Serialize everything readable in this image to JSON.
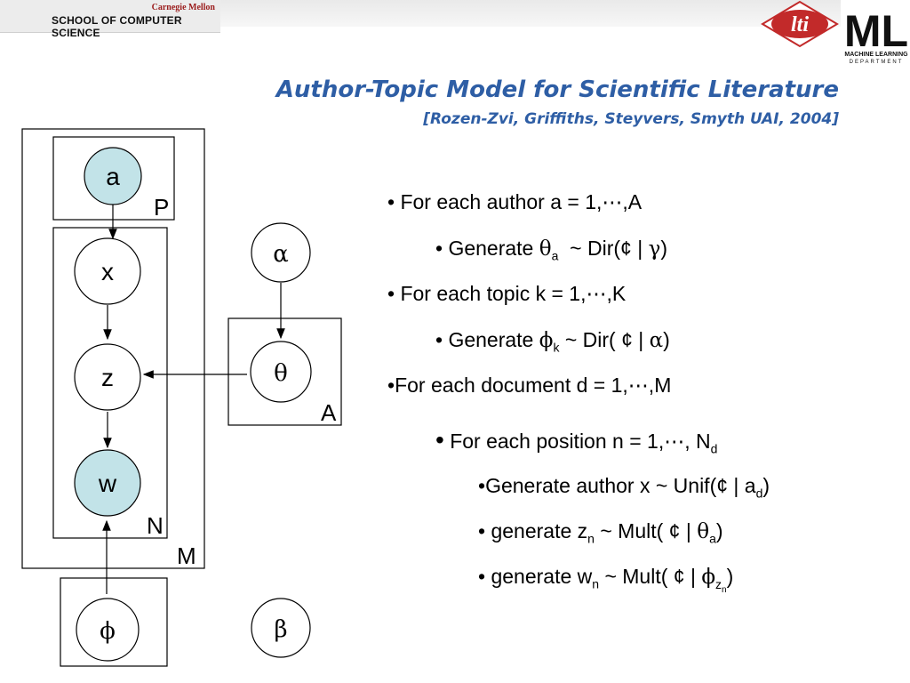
{
  "header": {
    "university": "Carnegie Mellon",
    "school": "SCHOOL OF COMPUTER SCIENCE",
    "lti_logo": "lti",
    "ml_logo": "ML",
    "ml_logo_sub1": "MACHINE LEARNING",
    "ml_logo_sub2": "DEPARTMENT"
  },
  "title": "Author-Topic Model for Scientific Literature",
  "citation": "[Rozen-Zvi, Griffiths, Steyvers, Smyth UAI, 2004]",
  "diagram": {
    "nodes": {
      "a": "a",
      "x": "x",
      "z": "z",
      "w": "w",
      "alpha": "α",
      "theta": "θ",
      "phi": "ϕ",
      "beta": "β"
    },
    "plates": {
      "P": "P",
      "N": "N",
      "M": "M",
      "A": "A"
    },
    "colors": {
      "observed_fill": "#c2e3e8",
      "stroke": "#000000"
    }
  },
  "bullets": {
    "b1_text": "For each author a = 1,⋯,A",
    "b2_pre": "Generate ",
    "b2_sym": "θ",
    "b2_sub": "a",
    "b2_post": "  ~ Dir(¢ | ",
    "b2_sym2": "γ",
    "b2_end": ")",
    "b3_text": "For each topic k = 1,⋯,K",
    "b4_pre": "Generate ",
    "b4_sym": "ϕ",
    "b4_sub": "k",
    "b4_post": " ~ Dir( ¢ | ",
    "b4_sym2": "α",
    "b4_end": ")",
    "b5_text": "For each document d = 1,⋯,M",
    "b6_text": "For each position n = 1,⋯, N",
    "b6_sub": "d",
    "b7_text": "Generate author x ~ Unif(¢ | a",
    "b7_sub": "d",
    "b7_end": ")",
    "b8_pre": "generate z",
    "b8_sub": "n",
    "b8_post": " ~ Mult( ¢ | ",
    "b8_sym": "θ",
    "b8_sub2": "a",
    "b8_end": ")",
    "b9_pre": "generate w",
    "b9_sub": "n",
    "b9_post": " ~ Mult( ¢ | ",
    "b9_sym": "ϕ",
    "b9_sub2": "z",
    "b9_sub3": "n",
    "b9_end": ")"
  }
}
